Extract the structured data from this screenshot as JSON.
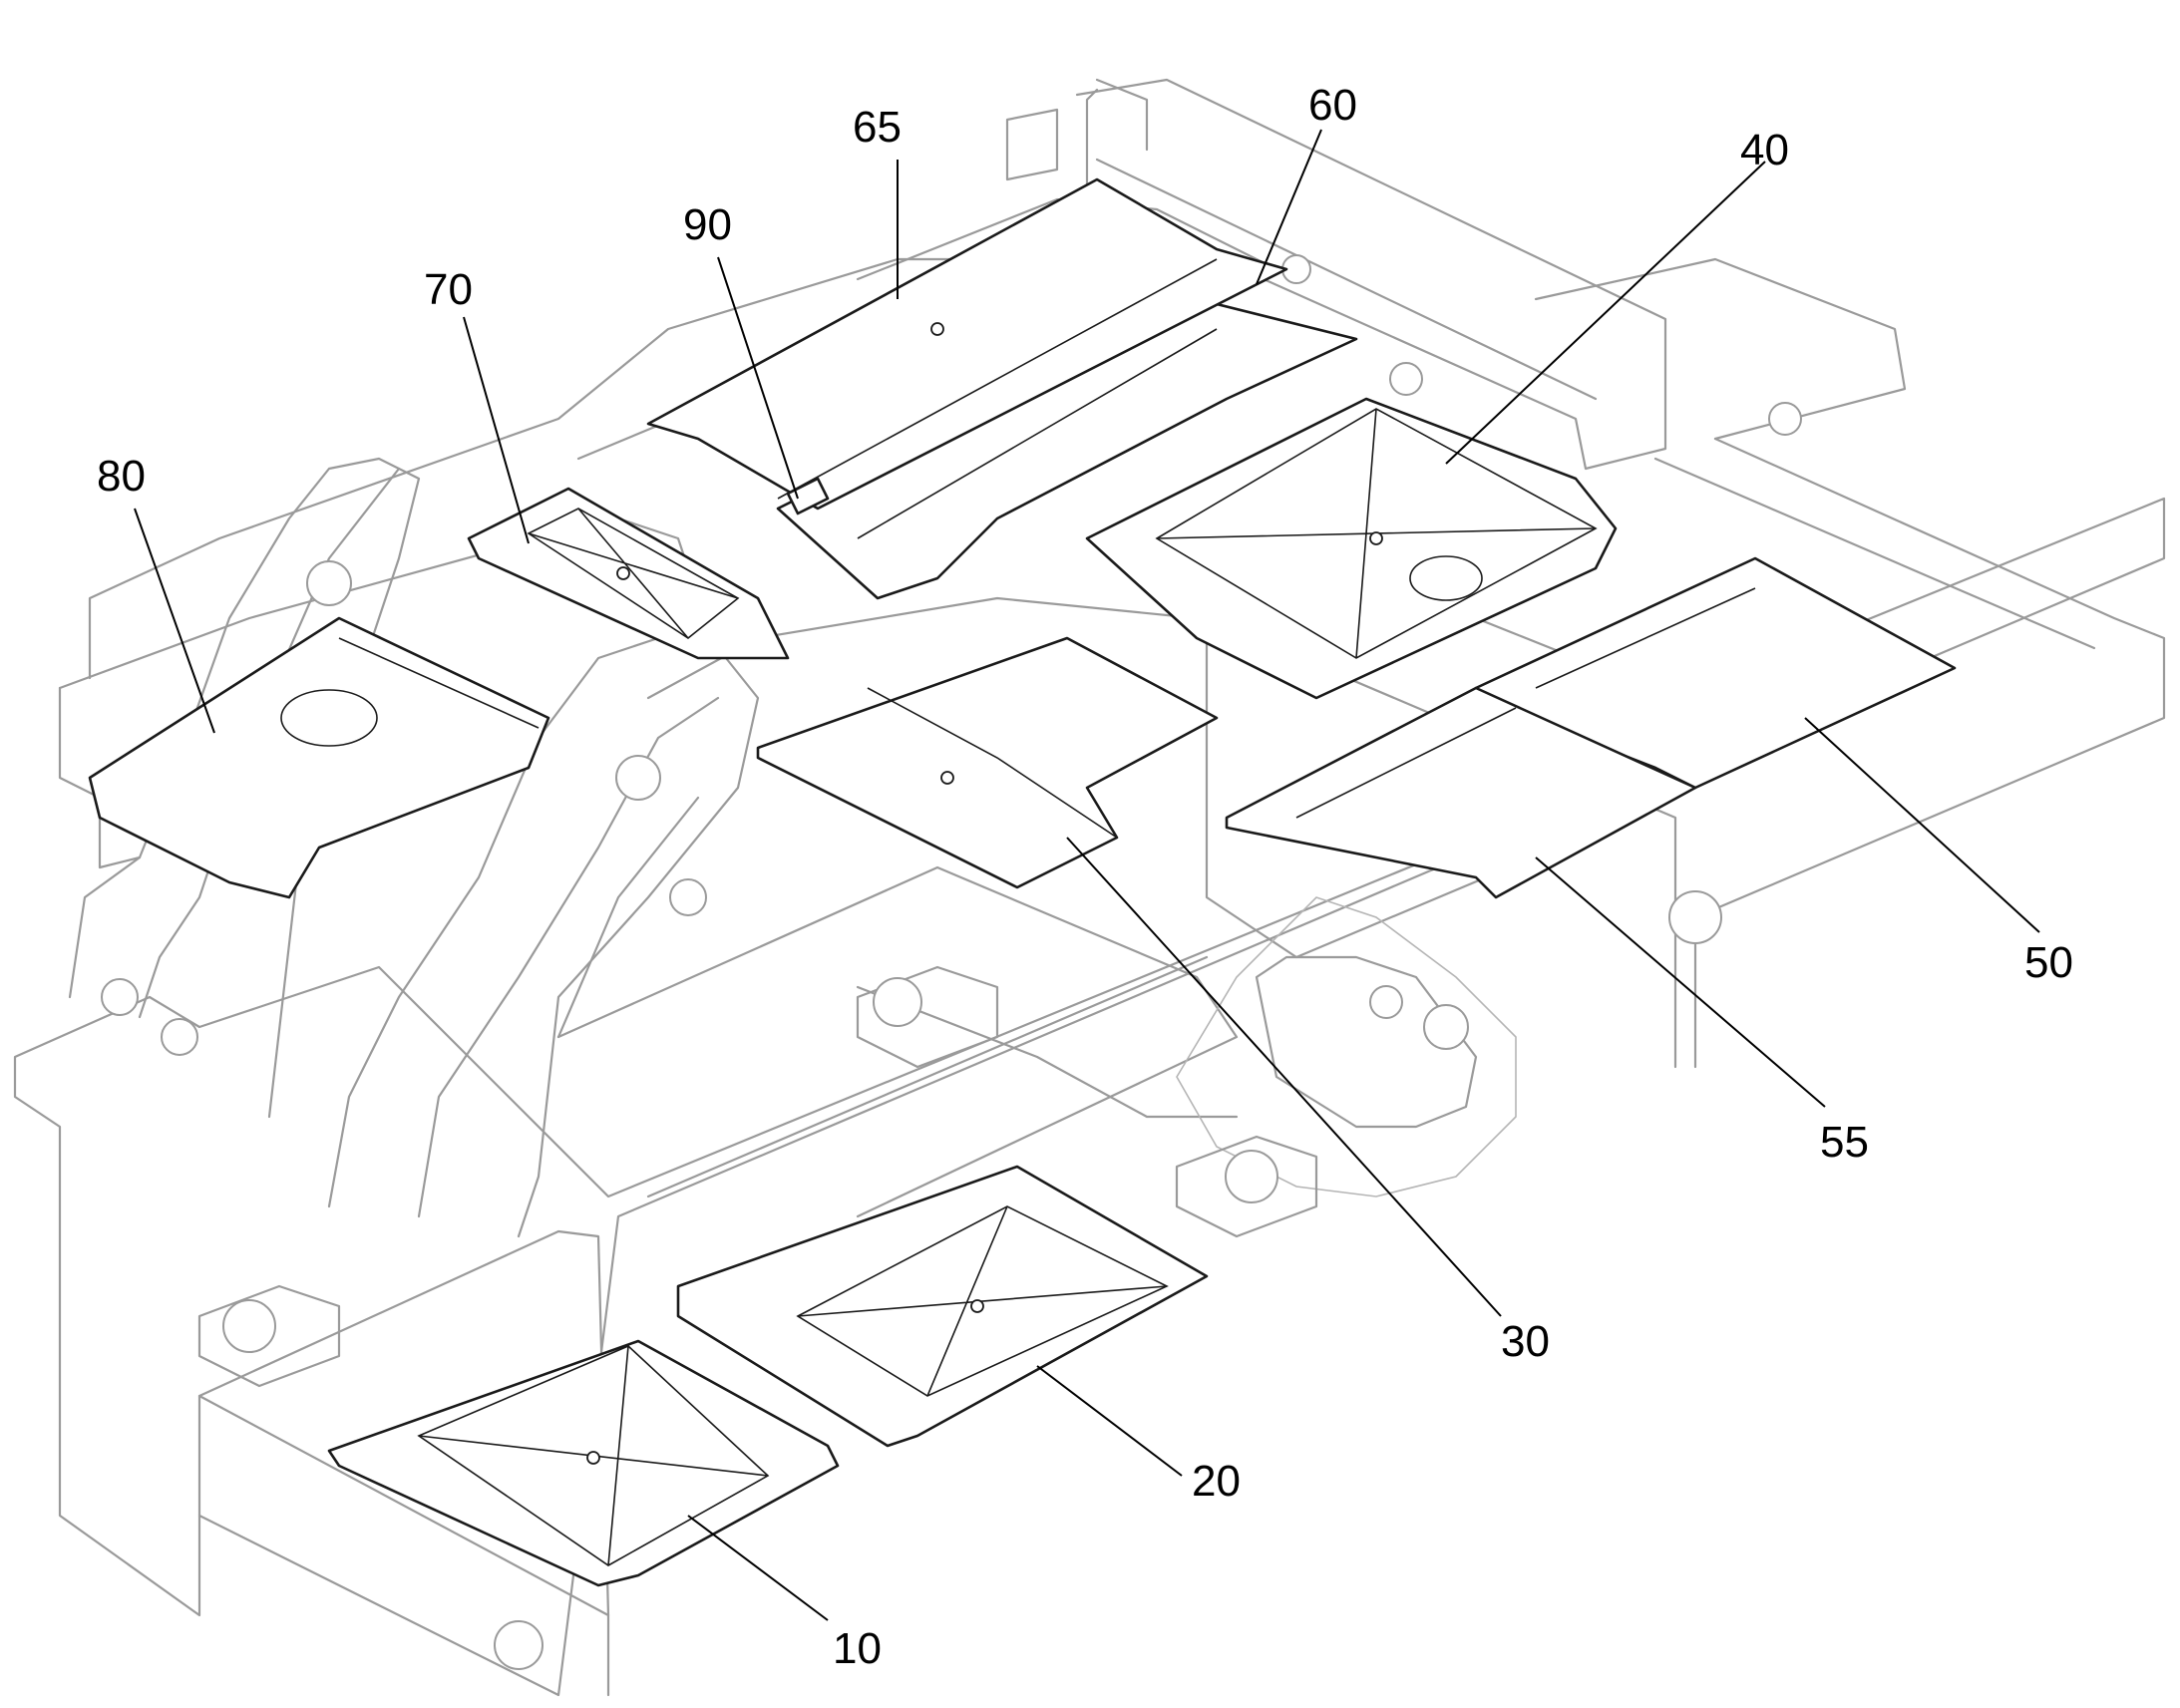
{
  "figure": {
    "callouts": [
      {
        "id": "c10",
        "label": "10"
      },
      {
        "id": "c20",
        "label": "20"
      },
      {
        "id": "c30",
        "label": "30"
      },
      {
        "id": "c40",
        "label": "40"
      },
      {
        "id": "c50",
        "label": "50"
      },
      {
        "id": "c55",
        "label": "55"
      },
      {
        "id": "c60",
        "label": "60"
      },
      {
        "id": "c65",
        "label": "65"
      },
      {
        "id": "c70",
        "label": "70"
      },
      {
        "id": "c80",
        "label": "80"
      },
      {
        "id": "c90",
        "label": "90"
      }
    ]
  }
}
